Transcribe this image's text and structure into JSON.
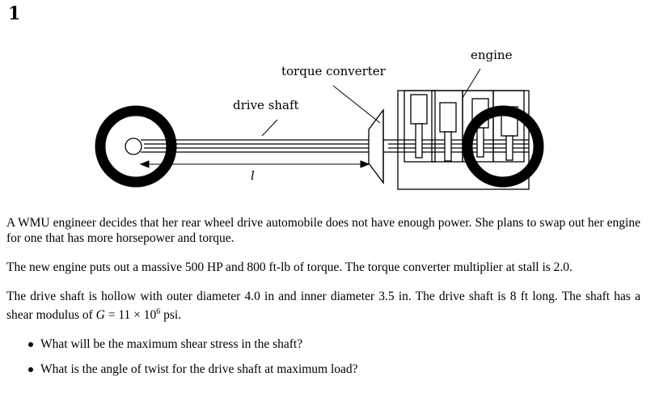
{
  "problem_number": "1",
  "diagram": {
    "labels": {
      "engine": "engine",
      "torque_converter": "torque converter",
      "drive_shaft": "drive shaft",
      "length": "l"
    }
  },
  "paragraphs": [
    "A WMU engineer decides that her rear wheel drive automobile does not have enough power. She plans to swap out her engine for one that has more horsepower and torque.",
    "The new engine puts out a massive 500 HP and 800 ft-lb of torque. The torque converter multiplier at stall is 2.0."
  ],
  "shaft_paragraph": {
    "sentence1": "The drive shaft is hollow with outer diameter 4.0 in and inner diameter 3.5 in. The drive shaft is 8 ft long.",
    "sentence2_prefix": "The shaft has a shear modulus of ",
    "modulus_symbol": "G",
    "modulus_value": " = 11 × 10",
    "modulus_exponent": "6",
    "modulus_unit": " psi."
  },
  "questions": [
    "What will be the maximum shear stress in the shaft?",
    "What is the angle of twist for the drive shaft at maximum load?"
  ]
}
